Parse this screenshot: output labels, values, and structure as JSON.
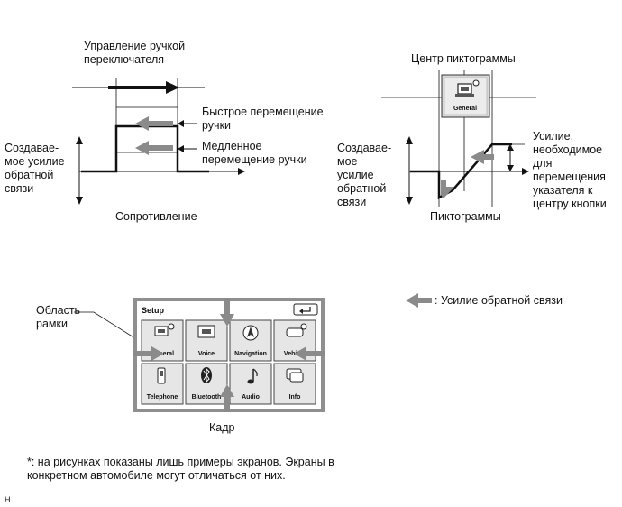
{
  "left_diagram": {
    "knob_control": "Управление ручкой\nпереключателя",
    "fast_move": "Быстрое перемещение\nручки",
    "slow_move": "Медленное\nперемещение ручки",
    "generated_force": "Создавае-\nмое усилие\nобратной\nсвязи",
    "resistance": "Сопротивление"
  },
  "right_diagram": {
    "icon_center": "Центр пиктограммы",
    "general_icon_label": "General",
    "generated_force": "Создавае-\nмое\nусилие\nобратной\nсвязи",
    "required_force": "Усилие,\nнеобходимое\nдля\nперемещения\nуказателя к\nцентру кнопки",
    "icons": "Пиктограммы"
  },
  "setup_screen": {
    "frame_area": "Область\nрамки",
    "title": "Setup",
    "back_glyph": "↵",
    "buttons": [
      "General",
      "Voice",
      "Navigation",
      "Vehicle",
      "Telephone",
      "Bluetooth",
      "Audio",
      "Info"
    ],
    "frame_label": "Кадр"
  },
  "legend": {
    "text": ": Усилие обратной связи"
  },
  "footnote": "*: на рисунках показаны лишь примеры экранов. Экраны в\nконкретном автомобиле могут отличаться от них.",
  "code": "H",
  "colors": {
    "arrow_gray": "#8a8a8a",
    "frame_gray": "#8f8f8f",
    "ink": "#111111"
  }
}
